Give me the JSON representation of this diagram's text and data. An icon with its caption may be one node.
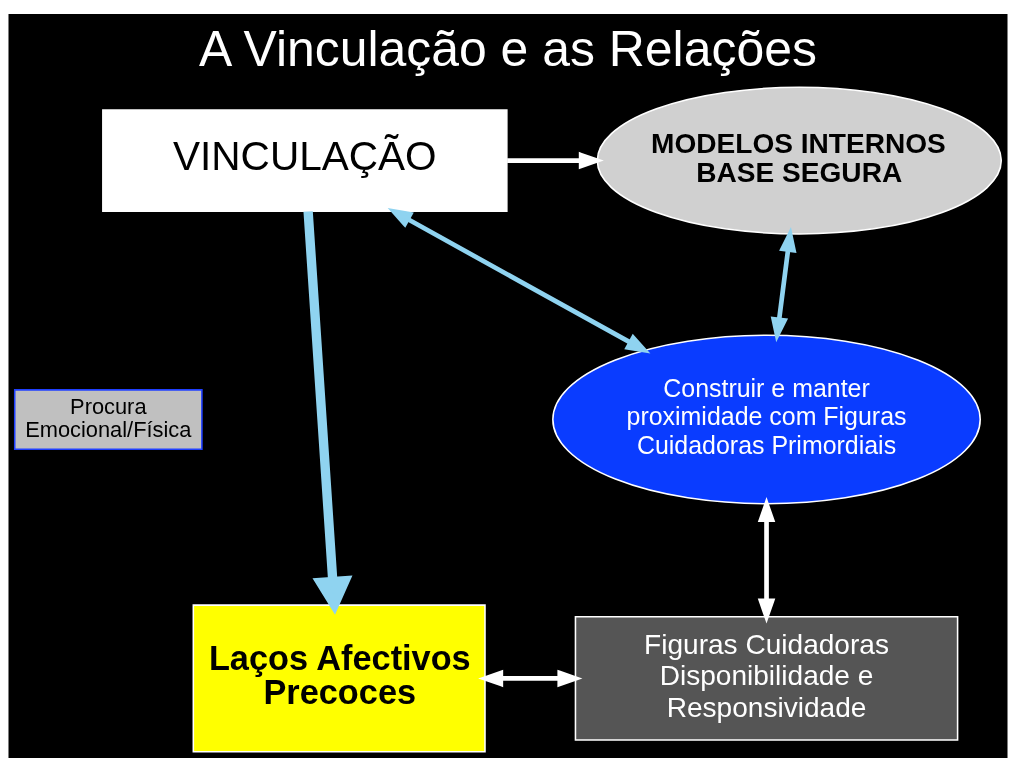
{
  "diagram": {
    "title": "A Vinculação e as Relações",
    "nodes": [
      {
        "text": [
          "VINCULAÇÃO"
        ]
      },
      {
        "text": [
          "MODELOS INTERNOS BASE SEGURA"
        ]
      },
      {
        "text": [
          "Construir e manter proximidade com Figuras Cuidadoras Primordiais"
        ]
      },
      {
        "text": [
          "Procura Emocional/Física"
        ]
      },
      {
        "text": [
          "Laços Afectivos Precoces"
        ]
      },
      {
        "text": [
          "Figuras Cuidadoras Disponibilidade e Responsividade"
        ]
      }
    ],
    "edges": [
      {
        "from": 0,
        "to": 1,
        "arrow": "to",
        "color": "#ffffff"
      },
      {
        "from": 0,
        "to": 4,
        "arrow": "to",
        "style": "thick",
        "color": "#8fd3f0"
      },
      {
        "from": 0,
        "to": 2,
        "arrow": "both",
        "color": "#8fd3f0"
      },
      {
        "from": 2,
        "to": 1,
        "arrow": "both",
        "color": "#8fd3f0"
      },
      {
        "from": 2,
        "to": 5,
        "arrow": "both",
        "color": "#ffffff"
      },
      {
        "from": 4,
        "to": 5,
        "arrow": "both",
        "color": "#ffffff"
      }
    ]
  }
}
